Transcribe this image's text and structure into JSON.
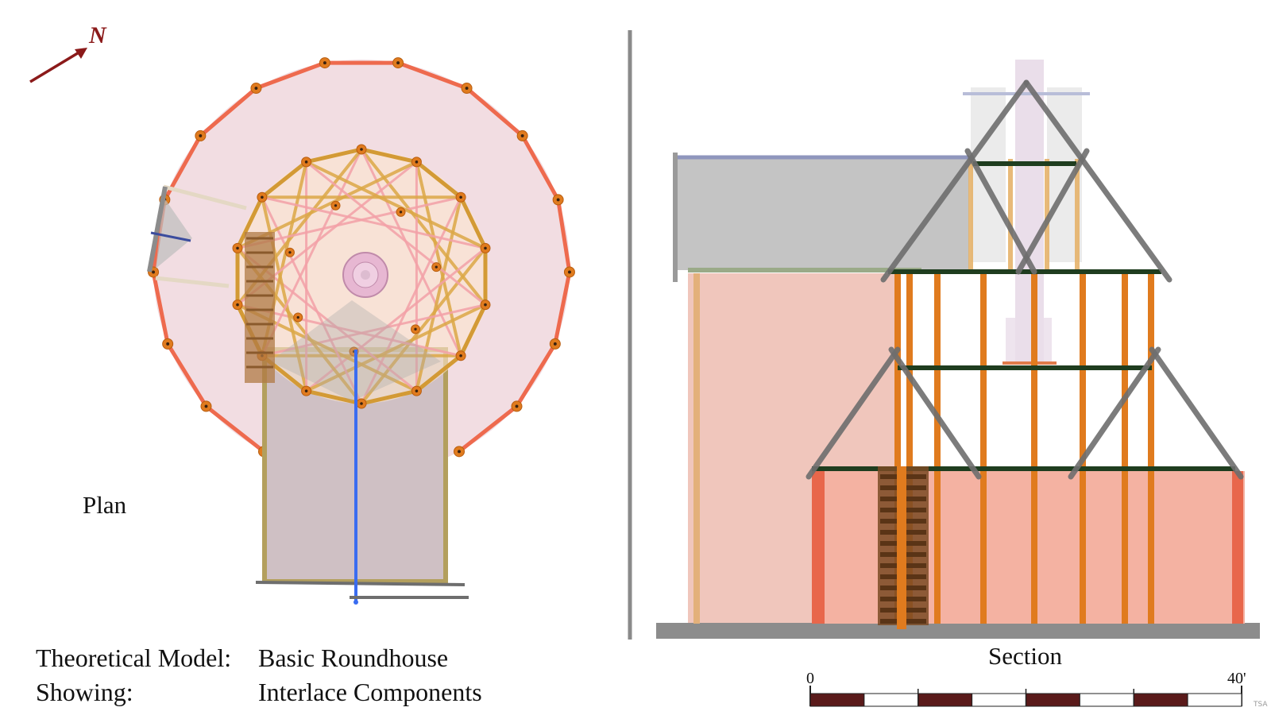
{
  "plan": {
    "label": "Plan",
    "north_letter": "N"
  },
  "section": {
    "label": "Section"
  },
  "caption": {
    "model_key": "Theoretical Model:",
    "model_value": "Basic Roundhouse",
    "showing_key": "Showing:",
    "showing_value": "Interlace Components"
  },
  "scale": {
    "start_label": "0",
    "end_label": "40'",
    "segments": 8
  },
  "credit": "TSA",
  "colors": {
    "post": "#e07b1e",
    "outer_ring": "#ee6a4e",
    "canopy": "#f2dde2",
    "interlace_gold": "#dca846",
    "interlace_pink": "#f3a1a8",
    "rafter": "#6e6e6e",
    "beam": "#1f3d1f",
    "wall": "#f2c0b4",
    "ground": "#8c8c8c",
    "blue_axis": "#3a6cf0",
    "north": "#8b1a1a",
    "scale_dark": "#5a1a1a"
  }
}
